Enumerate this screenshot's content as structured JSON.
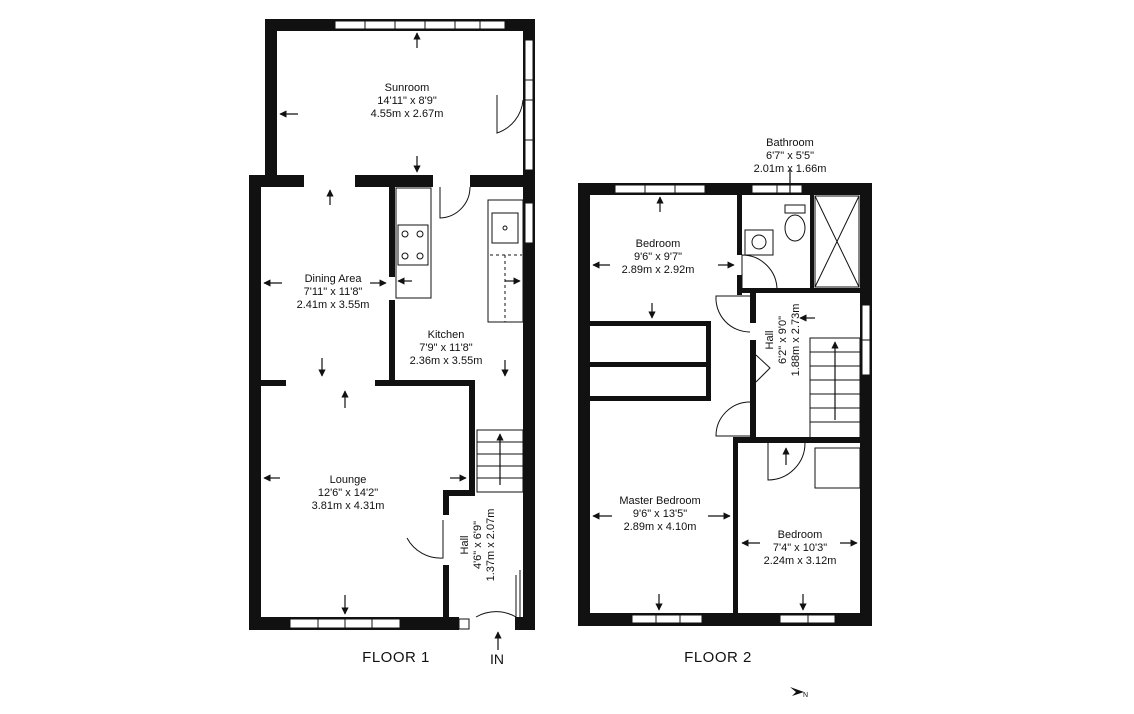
{
  "floors": [
    {
      "title": "FLOOR 1",
      "rooms": [
        {
          "name": "Sunroom",
          "imperial": "14'11\" x 8'9\"",
          "metric": "4.55m x 2.67m"
        },
        {
          "name": "Dining Area",
          "imperial": "7'11\" x 11'8\"",
          "metric": "2.41m x 3.55m"
        },
        {
          "name": "Kitchen",
          "imperial": "7'9\" x 11'8\"",
          "metric": "2.36m x 3.55m"
        },
        {
          "name": "Lounge",
          "imperial": "12'6\" x 14'2\"",
          "metric": "3.81m x 4.31m"
        },
        {
          "name": "Hall",
          "imperial": "4'6\" x 6'9\"",
          "metric": "1.37m x 2.07m"
        }
      ],
      "entrance_label": "IN"
    },
    {
      "title": "FLOOR 2",
      "rooms": [
        {
          "name": "Bathroom",
          "imperial": "6'7\" x 5'5\"",
          "metric": "2.01m x 1.66m"
        },
        {
          "name": "Bedroom",
          "imperial": "9'6\" x 9'7\"",
          "metric": "2.89m x 2.92m"
        },
        {
          "name": "Hall",
          "imperial": "6'2\" x 9'0\"",
          "metric": "1.88m x 2.73m"
        },
        {
          "name": "Master Bedroom",
          "imperial": "9'6\" x 13'5\"",
          "metric": "2.89m x 4.10m"
        },
        {
          "name": "Bedroom",
          "imperial": "7'4\" x 10'3\"",
          "metric": "2.24m x 3.12m"
        }
      ]
    }
  ],
  "compass": {
    "label": "N"
  },
  "colors": {
    "wall": "#111111",
    "background": "#ffffff"
  }
}
